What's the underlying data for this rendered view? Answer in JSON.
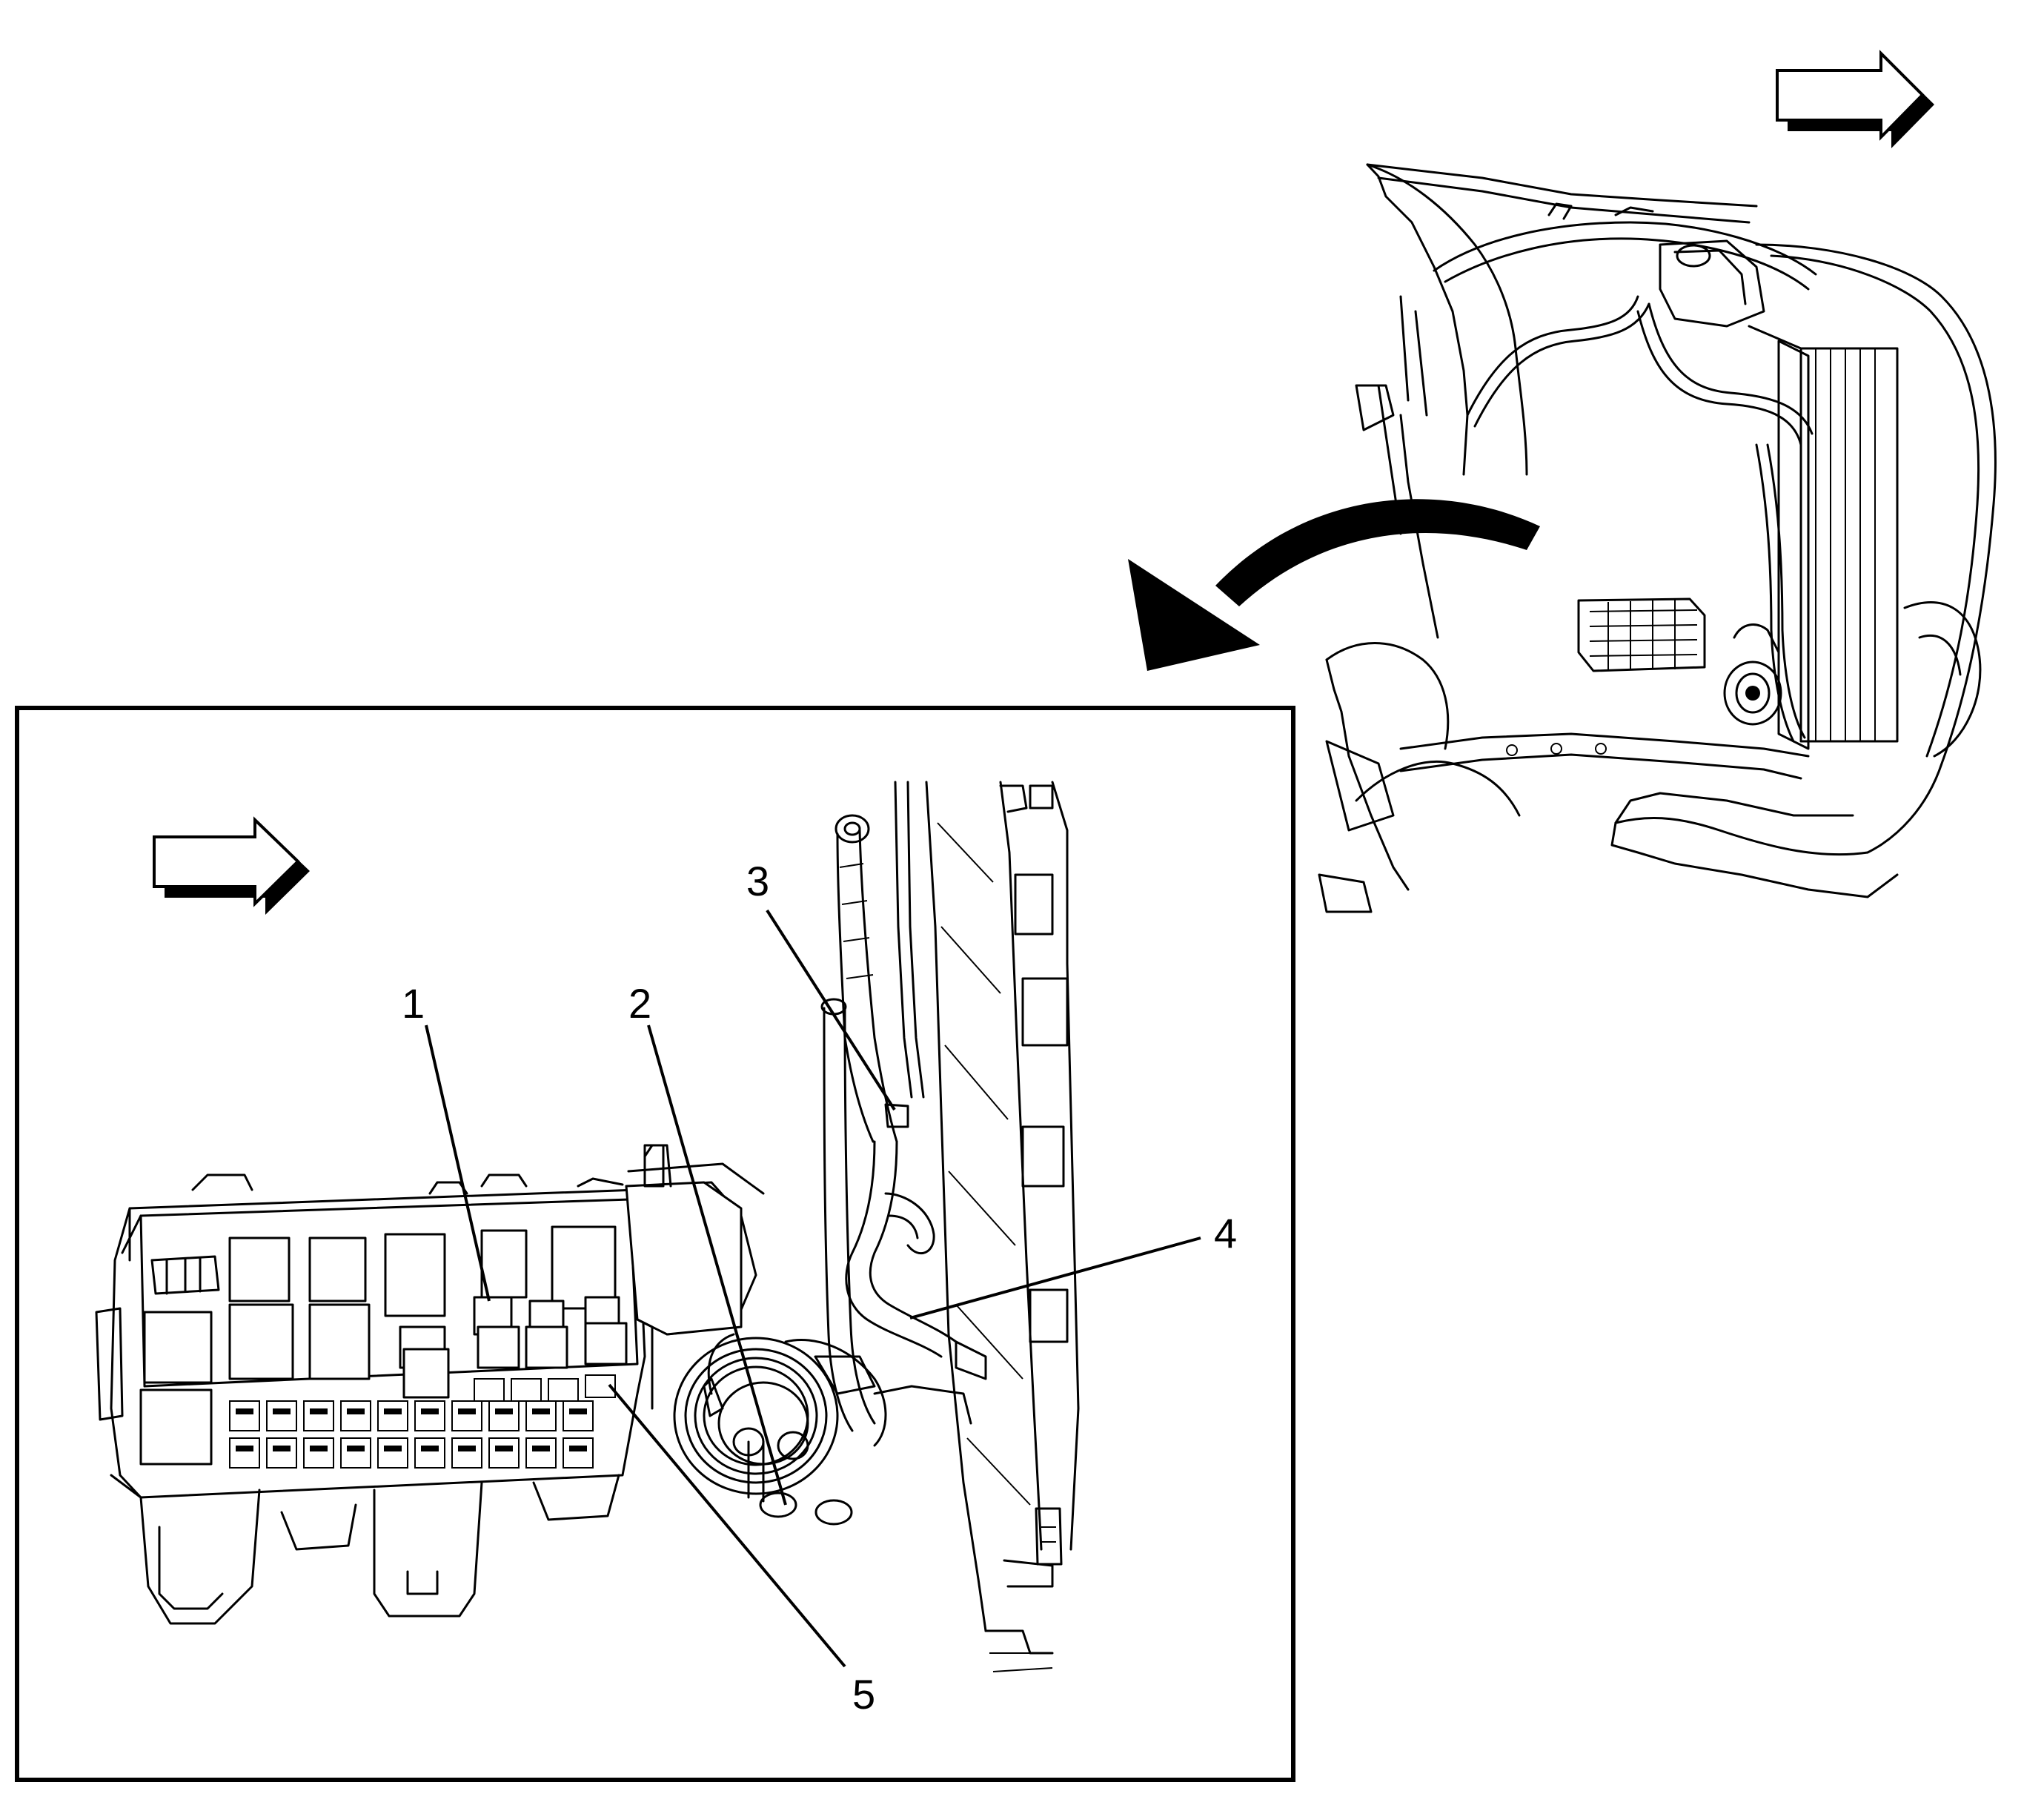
{
  "callouts": [
    {
      "id": "1",
      "label": "1"
    },
    {
      "id": "2",
      "label": "2"
    },
    {
      "id": "3",
      "label": "3"
    },
    {
      "id": "4",
      "label": "4"
    },
    {
      "id": "5",
      "label": "5"
    }
  ],
  "icons": {
    "direction_arrow_top": "forward-direction-arrow-icon",
    "direction_arrow_inset": "forward-direction-arrow-icon",
    "zoom_arrow": "curved-zoom-arrow-icon"
  },
  "colors": {
    "line": "#000000",
    "background": "#ffffff"
  }
}
